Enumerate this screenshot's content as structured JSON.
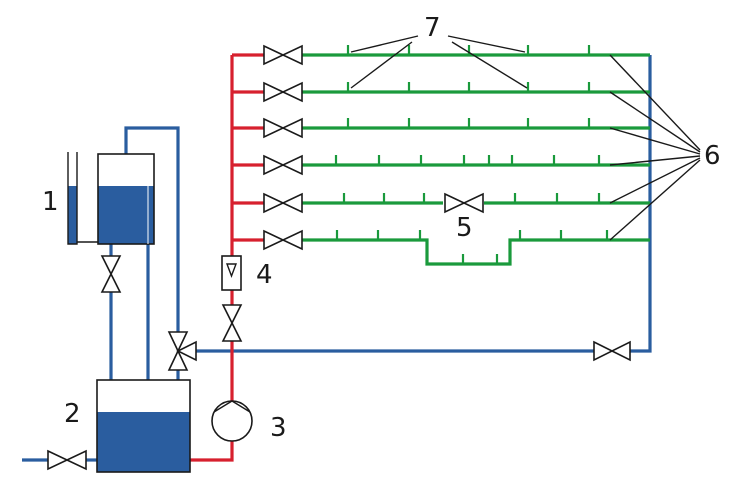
{
  "labels": {
    "tank_upper": "1",
    "tank_lower": "2",
    "pump": "3",
    "flowmeter": "4",
    "valve_inline": "5",
    "laterals": "6",
    "emitters": "7"
  },
  "colors": {
    "supply_line": "#d7202e",
    "return_line": "#2a5d9f",
    "lateral_line": "#1a9a3c",
    "water": "#2a5d9f",
    "outline": "#1a1a1a"
  }
}
